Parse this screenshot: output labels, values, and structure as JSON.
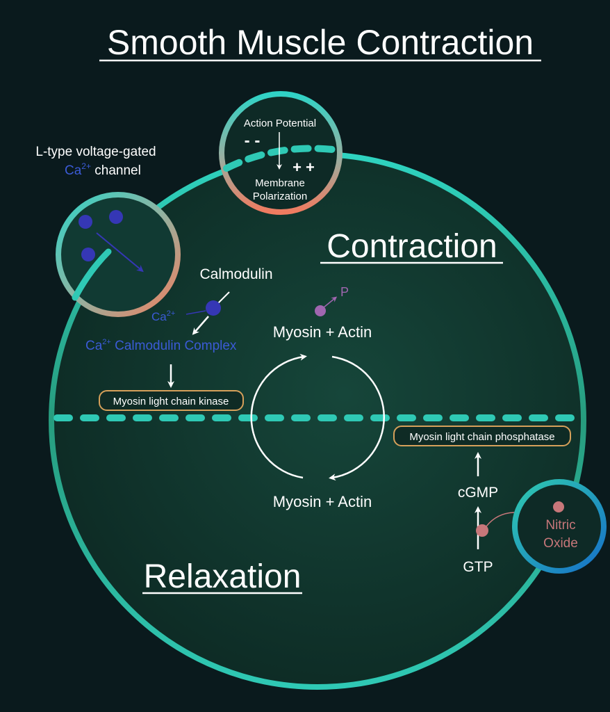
{
  "title": "Smooth Muscle Contraction",
  "sections": {
    "contraction": "Contraction",
    "relaxation": "Relaxation"
  },
  "action_potential": {
    "label": "Action Potential",
    "negative": "- -",
    "positive": "+ +",
    "membrane_line1": "Membrane",
    "membrane_line2": "Polarization"
  },
  "channel": {
    "line1": "L-type voltage-gated",
    "ca": "Ca",
    "ca_sup": "2+",
    "line2_rest": " channel"
  },
  "calmodulin": {
    "label": "Calmodulin",
    "ca": "Ca",
    "ca_sup": "2+",
    "complex_ca": "Ca",
    "complex_sup": "2+",
    "complex_rest": " Calmodulin Complex"
  },
  "enzymes": {
    "kinase": "Myosin light chain kinase",
    "phosphatase": "Myosin light chain phosphatase"
  },
  "cycle": {
    "top": "Myosin + Actin",
    "bottom": "Myosin + Actin",
    "phosphate": "P"
  },
  "nitric_oxide": {
    "line1": "Nitric",
    "line2": "Oxide"
  },
  "messengers": {
    "cgmp": "cGMP",
    "gtp": "GTP"
  },
  "colors": {
    "background": "#0a1a1d",
    "cell_fill": "#123a30",
    "membrane": "#2fc9b5",
    "calcium": "#3537b5",
    "phosphate": "#a066b0",
    "nitric_oxide_dot": "#c7777a",
    "enzyme_border": "#d6a05a",
    "nitric_ring": "#1a7fc6"
  }
}
